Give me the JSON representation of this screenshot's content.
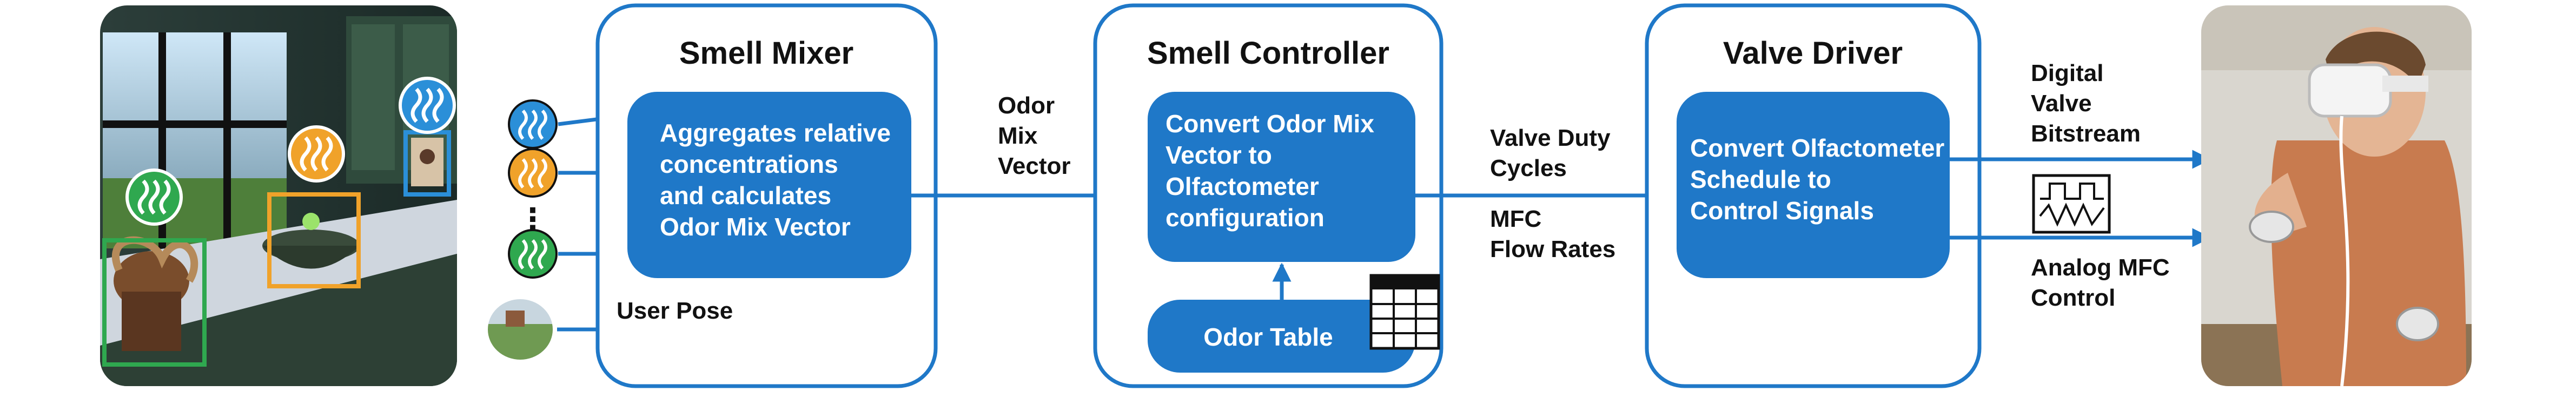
{
  "mixer": {
    "title": "Smell Mixer",
    "body": [
      "Aggregates relative",
      "concentrations",
      "and calculates",
      "Odor Mix Vector"
    ]
  },
  "controller": {
    "title": "Smell Controller",
    "body": [
      "Convert Odor Mix",
      "Vector to",
      "Olfactometer",
      "configuration"
    ],
    "table_label": "Odor Table"
  },
  "driver": {
    "title": "Valve Driver",
    "body": [
      "Convert Olfactometer",
      "Schedule to",
      "Control Signals"
    ]
  },
  "labels": {
    "odor_mix_vector": [
      "Odor",
      "Mix",
      "Vector"
    ],
    "user_pose": "User Pose",
    "valve_duty_cycles": [
      "Valve Duty",
      "Cycles"
    ],
    "mfc_flow_rates": [
      "MFC",
      "Flow Rates"
    ],
    "digital_bitstream": [
      "Digital",
      "Valve",
      "Bitstream"
    ],
    "analog_control": [
      "Analog MFC",
      "Control"
    ],
    "ellipsis": "⋮"
  },
  "colors": {
    "accent": "#1f78c8",
    "box_border": "#1f78c8",
    "odor_green": "#2fa84f",
    "odor_orange": "#f0a22a",
    "odor_blue": "#2b8fd8"
  }
}
